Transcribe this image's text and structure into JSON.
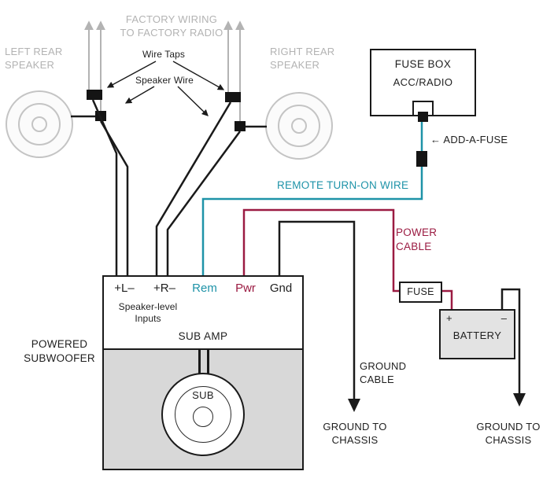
{
  "colors": {
    "factory_gray": "#b3b3b3",
    "remote_teal": "#1e93a8",
    "power_maroon": "#9b1b42",
    "wire_black": "#1a1a1a"
  },
  "factory": {
    "left_speaker_label": "LEFT REAR\nSPEAKER",
    "right_speaker_label": "RIGHT REAR\nSPEAKER",
    "wiring_label": "FACTORY WIRING\nTO FACTORY RADIO",
    "wire_taps_label": "Wire Taps",
    "speaker_wire_label": "Speaker Wire"
  },
  "fuse_box": {
    "title": "FUSE BOX",
    "slot": "ACC/RADIO"
  },
  "add_a_fuse_label": "← ADD-A-FUSE",
  "remote_wire_label": "REMOTE TURN-ON WIRE",
  "power_cable_label": "POWER\nCABLE",
  "small_fuse_label": "FUSE",
  "battery": {
    "name": "BATTERY",
    "plus": "+",
    "minus": "–"
  },
  "amp": {
    "terminals": [
      {
        "label": "+L–"
      },
      {
        "label": "+R–"
      },
      {
        "label": "Rem"
      },
      {
        "label": "Pwr"
      },
      {
        "label": "Gnd"
      }
    ],
    "inputs_label": "Speaker-level\nInputs",
    "name": "SUB AMP",
    "sub_label": "SUB"
  },
  "powered_subwoofer_label": "POWERED\nSUBWOOFER",
  "ground_cable_label": "GROUND\nCABLE",
  "ground_to_chassis_left": "GROUND TO\nCHASSIS",
  "ground_to_chassis_right": "GROUND TO\nCHASSIS"
}
